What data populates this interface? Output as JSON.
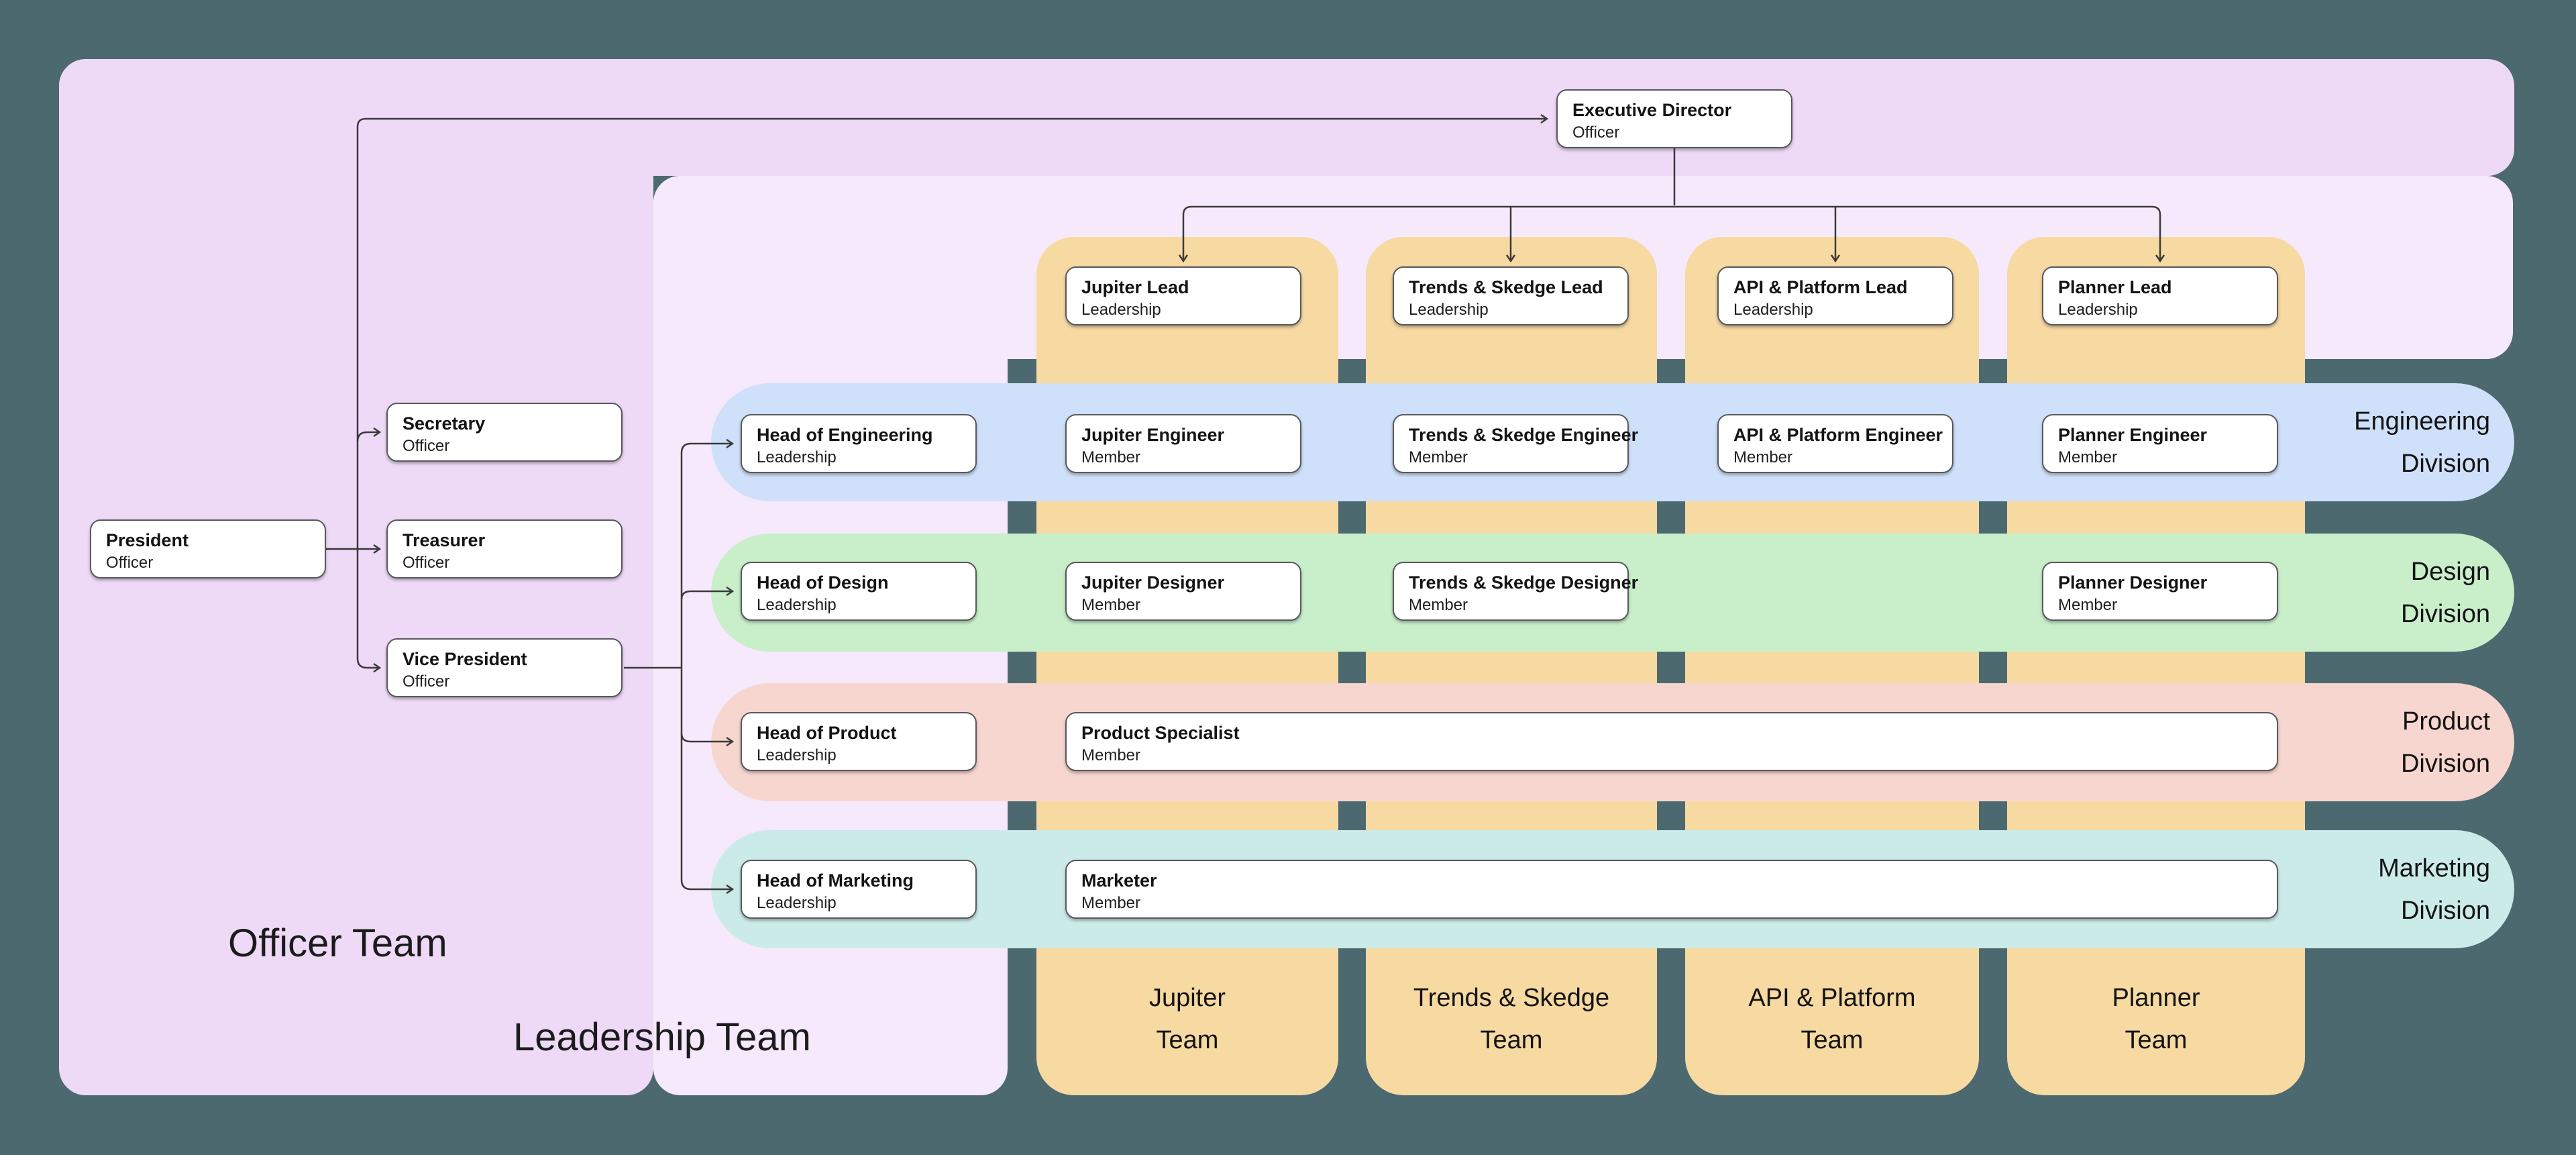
{
  "colors": {
    "page_bg": "#4d6970",
    "officer_panel": "#eedaf7",
    "leadership_panel": "#f5e9fb",
    "team_column": "#f7d9a2",
    "engineering_row": "#cfe0fa",
    "design_row": "#c9efca",
    "product_row": "#f8d6d0",
    "marketing_row": "#cbebe9",
    "node_fill": "#ffffff",
    "node_border": "#58595b",
    "connector": "#3a3a3a"
  },
  "groups": {
    "officer": {
      "label": "Officer Team"
    },
    "leadership": {
      "label": "Leadership Team"
    }
  },
  "divisions": [
    {
      "id": "engineering",
      "lines": [
        "Engineering",
        "Division"
      ]
    },
    {
      "id": "design",
      "lines": [
        "Design",
        "Division"
      ]
    },
    {
      "id": "product",
      "lines": [
        "Product",
        "Division"
      ]
    },
    {
      "id": "marketing",
      "lines": [
        "Marketing",
        "Division"
      ]
    }
  ],
  "teams": [
    {
      "id": "jupiter",
      "lines": [
        "Jupiter",
        "Team"
      ]
    },
    {
      "id": "trends-skedge",
      "lines": [
        "Trends & Skedge",
        "Team"
      ]
    },
    {
      "id": "api-platform",
      "lines": [
        "API & Platform",
        "Team"
      ]
    },
    {
      "id": "planner",
      "lines": [
        "Planner",
        "Team"
      ]
    }
  ],
  "nodes": {
    "president": {
      "title": "President",
      "subtitle": "Officer"
    },
    "secretary": {
      "title": "Secretary",
      "subtitle": "Officer"
    },
    "treasurer": {
      "title": "Treasurer",
      "subtitle": "Officer"
    },
    "vice_president": {
      "title": "Vice President",
      "subtitle": "Officer"
    },
    "executive_director": {
      "title": "Executive Director",
      "subtitle": "Officer"
    },
    "jupiter_lead": {
      "title": "Jupiter Lead",
      "subtitle": "Leadership"
    },
    "trends_lead": {
      "title": "Trends & Skedge Lead",
      "subtitle": "Leadership"
    },
    "api_lead": {
      "title": "API & Platform Lead",
      "subtitle": "Leadership"
    },
    "planner_lead": {
      "title": "Planner Lead",
      "subtitle": "Leadership"
    },
    "head_engineering": {
      "title": "Head of Engineering",
      "subtitle": "Leadership"
    },
    "jupiter_engineer": {
      "title": "Jupiter Engineer",
      "subtitle": "Member"
    },
    "trends_engineer": {
      "title": "Trends & Skedge Engineer",
      "subtitle": "Member"
    },
    "api_engineer": {
      "title": "API & Platform Engineer",
      "subtitle": "Member"
    },
    "planner_engineer": {
      "title": "Planner Engineer",
      "subtitle": "Member"
    },
    "head_design": {
      "title": "Head of Design",
      "subtitle": "Leadership"
    },
    "jupiter_designer": {
      "title": "Jupiter Designer",
      "subtitle": "Member"
    },
    "trends_designer": {
      "title": "Trends & Skedge Designer",
      "subtitle": "Member"
    },
    "planner_designer": {
      "title": "Planner Designer",
      "subtitle": "Member"
    },
    "head_product": {
      "title": "Head of Product",
      "subtitle": "Leadership"
    },
    "product_specialist": {
      "title": "Product Specialist",
      "subtitle": "Member"
    },
    "head_marketing": {
      "title": "Head of Marketing",
      "subtitle": "Leadership"
    },
    "marketer": {
      "title": "Marketer",
      "subtitle": "Member"
    }
  }
}
